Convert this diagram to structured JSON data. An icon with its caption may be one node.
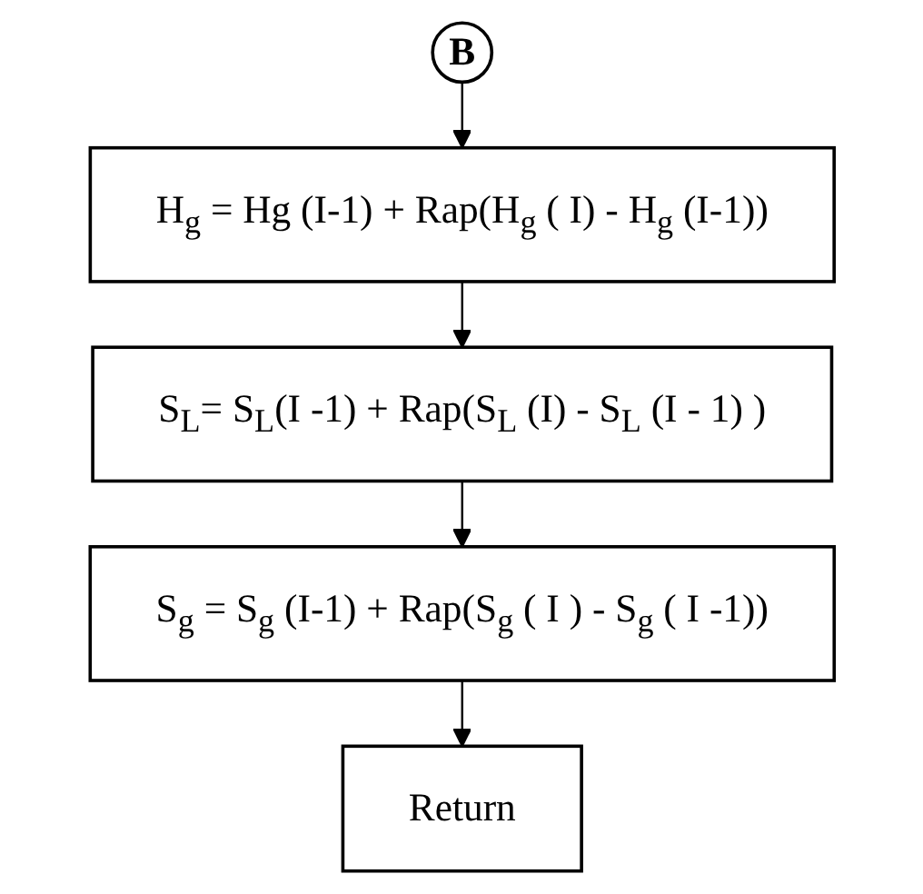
{
  "diagram": {
    "nodes": [
      {
        "text": [
          "B"
        ]
      },
      {
        "text": [
          "H$_{g}$ = Hg (I-1) + Rap(H$_{g}$ ( I) - H$_{g}$ (I-1))"
        ]
      },
      {
        "text": [
          "S$_{L}$= S$_{L}$(I -1) + Rap(S$_{L}$ (I) - S$_{L}$ (I - 1) )"
        ]
      },
      {
        "text": [
          "S$_{g}$ = S$_{g}$ (I-1) + Rap(S$_{g}$ ( I ) - S$_{g}$ ( I -1))"
        ]
      },
      {
        "text": [
          "Return"
        ]
      }
    ],
    "edges": [
      {
        "from": 0,
        "to": 1,
        "arrow": "to"
      },
      {
        "from": 1,
        "to": 2,
        "arrow": "to"
      },
      {
        "from": 2,
        "to": 3,
        "arrow": "to"
      },
      {
        "from": 3,
        "to": 4,
        "arrow": "to"
      }
    ]
  }
}
